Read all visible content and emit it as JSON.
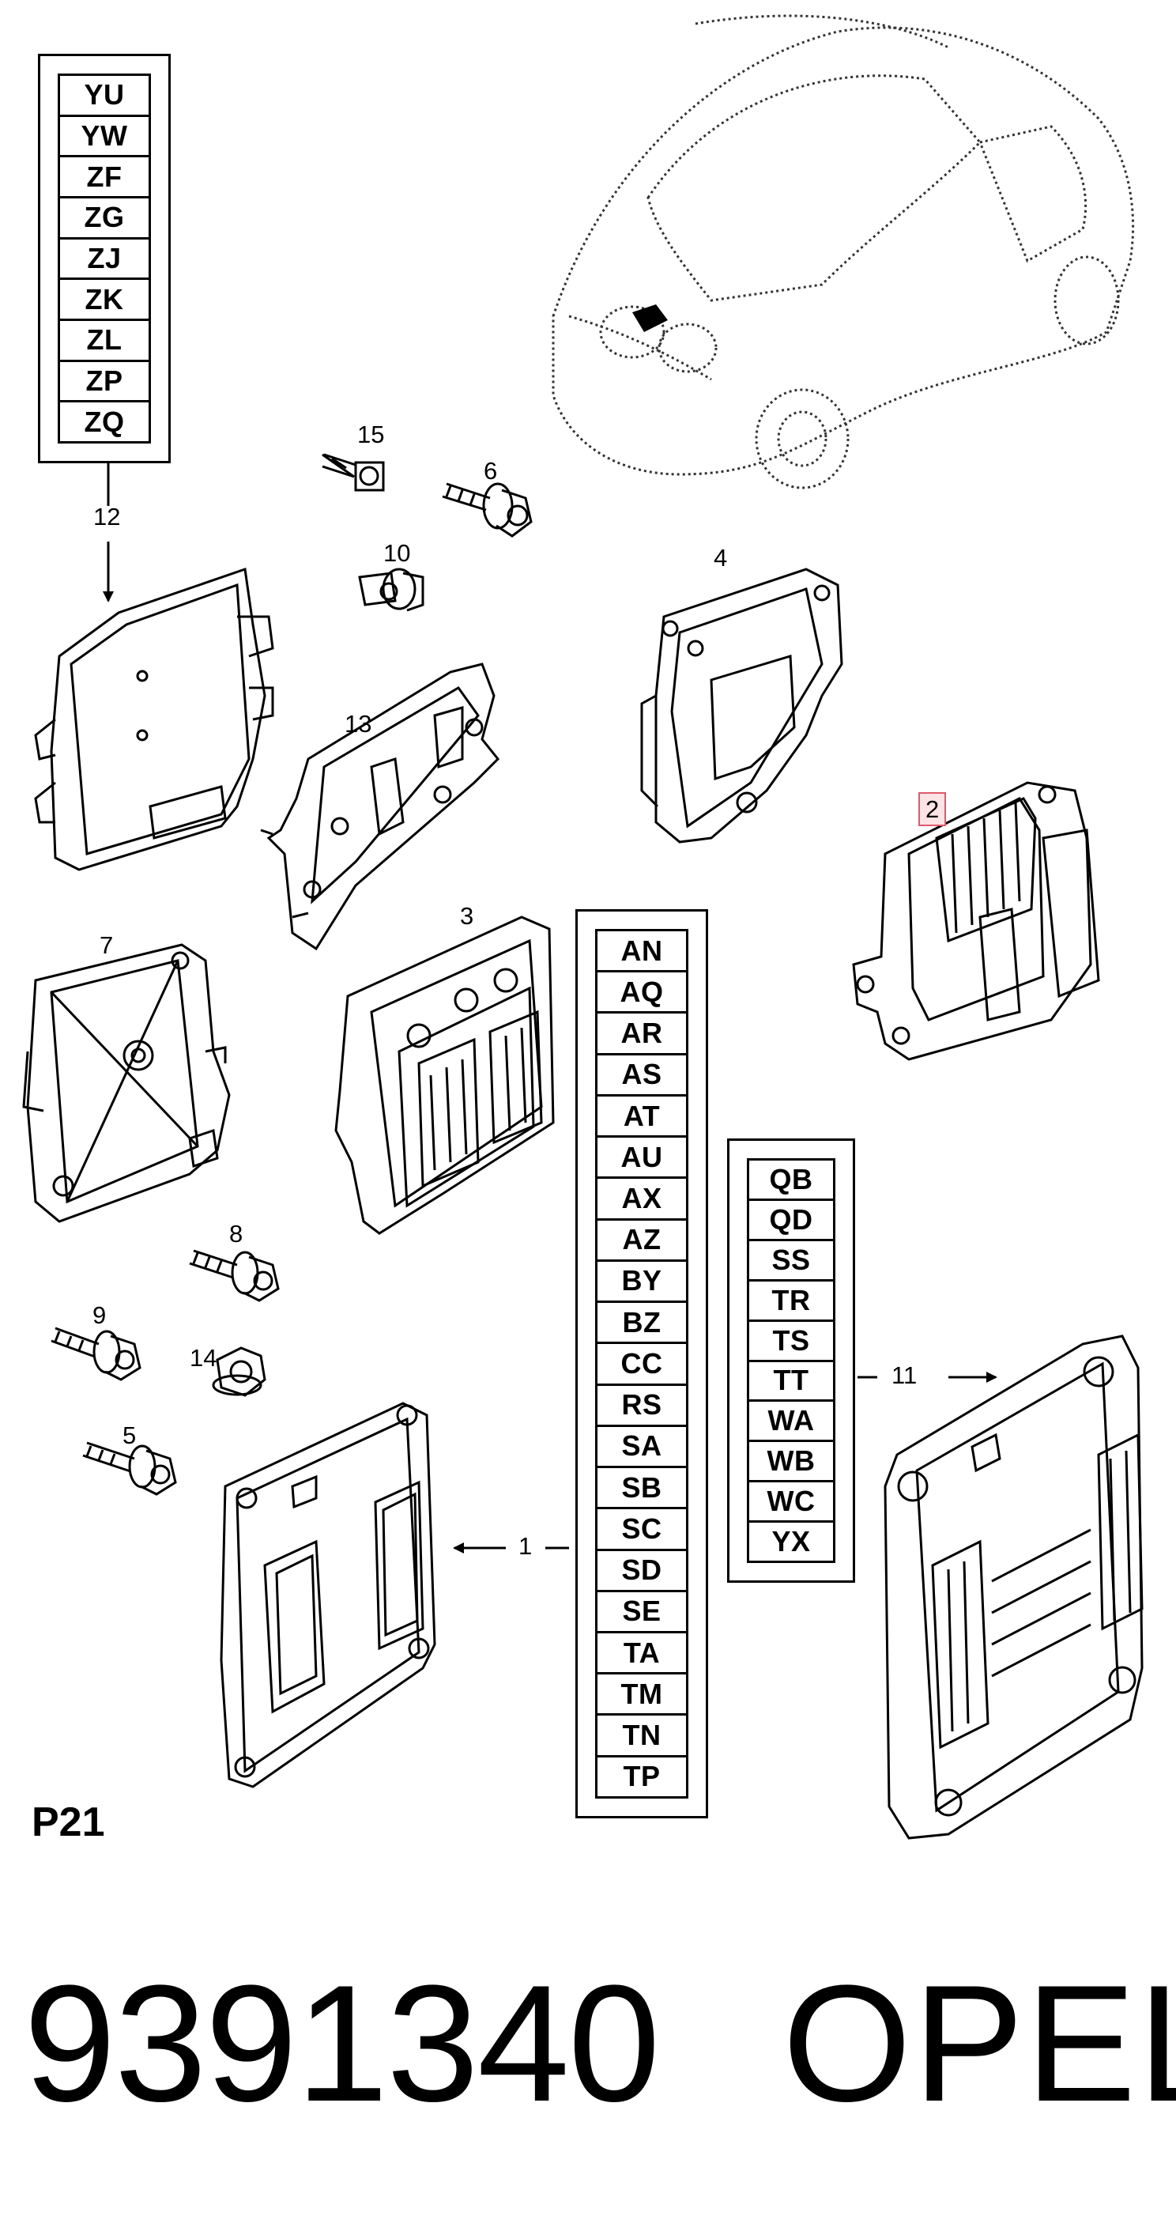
{
  "diagram_ref": "P21",
  "part_number": "9391340",
  "brand": "OPEL",
  "callouts": {
    "c1": "1",
    "c2": "2",
    "c3": "3",
    "c4": "4",
    "c5": "5",
    "c6": "6",
    "c7": "7",
    "c8": "8",
    "c9": "9",
    "c10": "10",
    "c11": "11",
    "c12": "12",
    "c13": "13",
    "c14": "14",
    "c15": "15"
  },
  "highlight_color": "#e05a6a",
  "code_lists": {
    "part12": [
      "YU",
      "YW",
      "ZF",
      "ZG",
      "ZJ",
      "ZK",
      "ZL",
      "ZP",
      "ZQ"
    ],
    "part1": [
      "AN",
      "AQ",
      "AR",
      "AS",
      "AT",
      "AU",
      "AX",
      "AZ",
      "BY",
      "BZ",
      "CC",
      "RS",
      "SA",
      "SB",
      "SC",
      "SD",
      "SE",
      "TA",
      "TM",
      "TN",
      "TP"
    ],
    "part11": [
      "QB",
      "QD",
      "SS",
      "TR",
      "TS",
      "TT",
      "WA",
      "WB",
      "WC",
      "YX"
    ]
  }
}
